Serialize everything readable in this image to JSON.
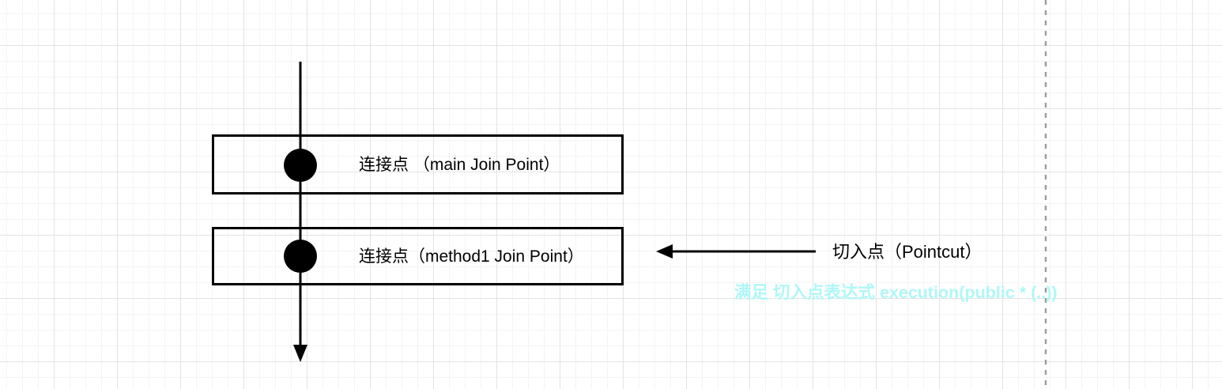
{
  "diagram": {
    "type": "aop-pointcut-diagram",
    "flow_boxes": [
      {
        "label": "连接点 （main Join Point）"
      },
      {
        "label": "连接点（method1 Join Point）"
      }
    ],
    "pointcut": {
      "label": "切入点（Pointcut）",
      "note": "满足 切入点表达式 execution(public * (..))"
    },
    "colors": {
      "shape_stroke": "#000000",
      "marker_fill": "#000000",
      "note_text": "#aff7f7",
      "dashed_guide_line": "#9e9e9e",
      "grid_minor": "#f4f4f4",
      "grid_major": "#e3e3e3",
      "canvas_background": "#ffffff"
    }
  }
}
